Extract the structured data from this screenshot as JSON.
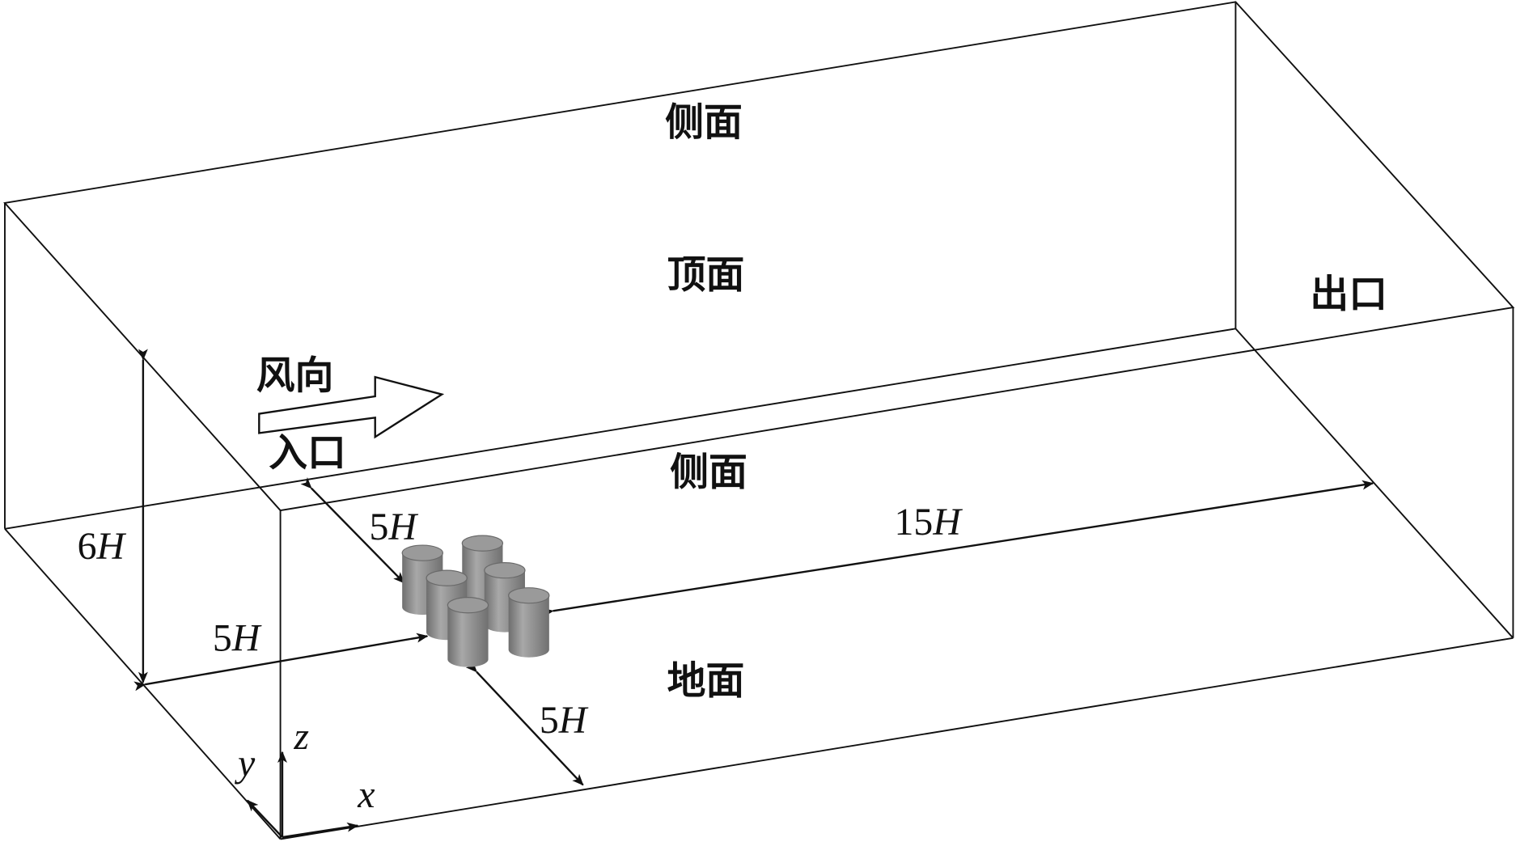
{
  "labels": {
    "side_top": "侧面",
    "top": "顶面",
    "outlet": "出口",
    "wind_direction": "风向",
    "inlet": "入口",
    "side_front": "侧面",
    "ground": "地面"
  },
  "dimensions": {
    "height": {
      "num": "6",
      "unit": "H"
    },
    "inlet_to_building": {
      "num": "5",
      "unit": "H"
    },
    "side_left": {
      "num": "5",
      "unit": "H"
    },
    "side_front": {
      "num": "5",
      "unit": "H"
    },
    "downstream": {
      "num": "15",
      "unit": "H"
    }
  },
  "axes": {
    "x": "x",
    "y": "y",
    "z": "z"
  },
  "colors": {
    "line": "#111111",
    "cylinder": "#8a8a8a"
  }
}
